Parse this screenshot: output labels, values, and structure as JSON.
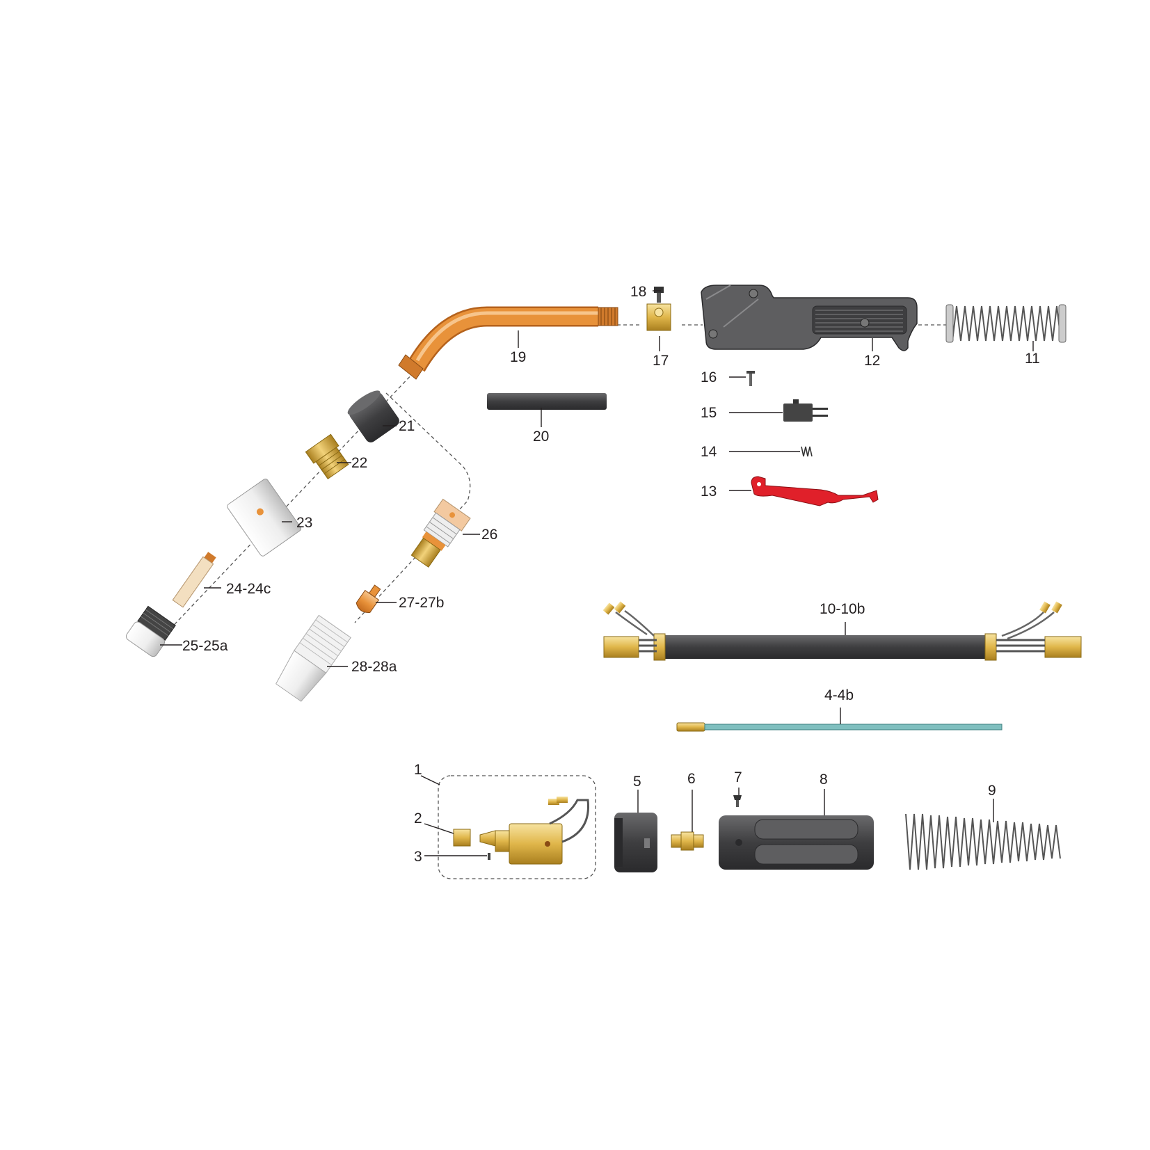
{
  "diagram": {
    "callouts": [
      {
        "id": "c1",
        "text": "1"
      },
      {
        "id": "c2",
        "text": "2"
      },
      {
        "id": "c3",
        "text": "3"
      },
      {
        "id": "c4",
        "text": "4-4b"
      },
      {
        "id": "c5",
        "text": "5"
      },
      {
        "id": "c6",
        "text": "6"
      },
      {
        "id": "c7",
        "text": "7"
      },
      {
        "id": "c8",
        "text": "8"
      },
      {
        "id": "c9",
        "text": "9"
      },
      {
        "id": "c10",
        "text": "10-10b"
      },
      {
        "id": "c11",
        "text": "11"
      },
      {
        "id": "c12",
        "text": "12"
      },
      {
        "id": "c13",
        "text": "13"
      },
      {
        "id": "c14",
        "text": "14"
      },
      {
        "id": "c15",
        "text": "15"
      },
      {
        "id": "c16",
        "text": "16"
      },
      {
        "id": "c17",
        "text": "17"
      },
      {
        "id": "c18",
        "text": "18"
      },
      {
        "id": "c19",
        "text": "19"
      },
      {
        "id": "c20",
        "text": "20"
      },
      {
        "id": "c21",
        "text": "21"
      },
      {
        "id": "c22",
        "text": "22"
      },
      {
        "id": "c23",
        "text": "23"
      },
      {
        "id": "c24",
        "text": "24-24c"
      },
      {
        "id": "c25",
        "text": "25-25a"
      },
      {
        "id": "c26",
        "text": "26"
      },
      {
        "id": "c27",
        "text": "27-27b"
      },
      {
        "id": "c28",
        "text": "28-28a"
      }
    ]
  },
  "colors": {
    "copper": "#e8923a",
    "brass": "#e0b64a",
    "dark_gray": "#4a4a4c",
    "handle_gray": "#5e5e60",
    "trigger_red": "#e0202a",
    "liner_teal": "#7fbfbf",
    "nozzle_white": "#f2f2f2",
    "ink": "#231f20"
  }
}
